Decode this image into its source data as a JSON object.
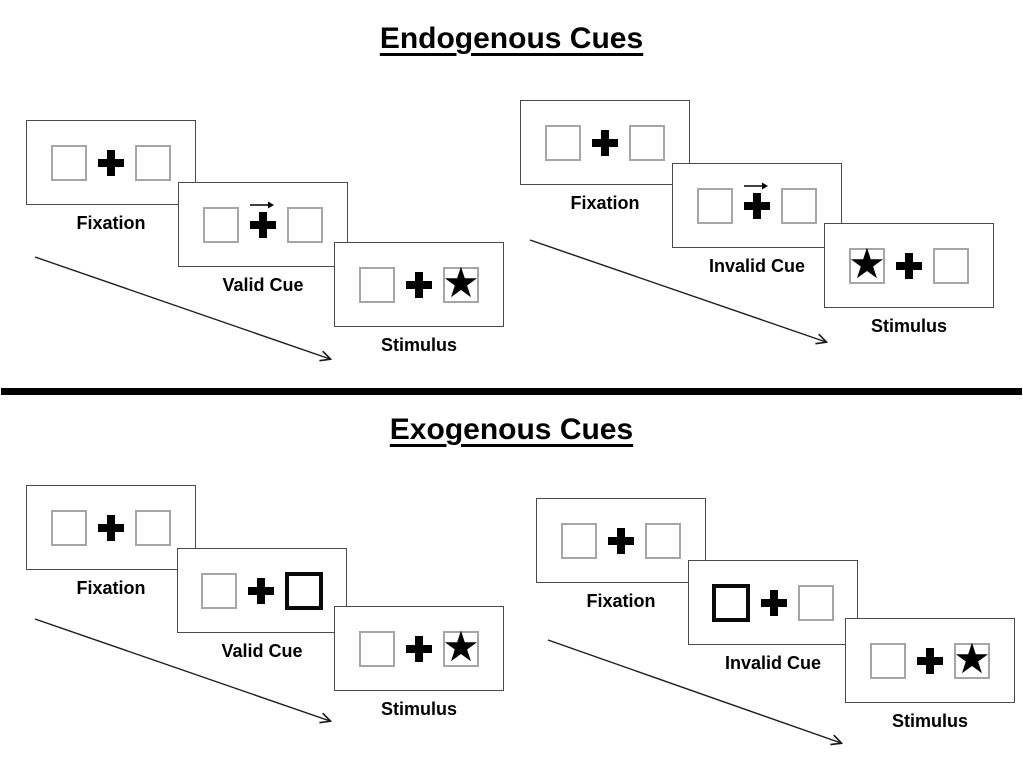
{
  "page": {
    "background": "#ffffff"
  },
  "colors": {
    "ink": "#000000",
    "panel_border": "#4a4a4a",
    "square_border": "#a6a6a6",
    "highlight_border": "#0a0a0a"
  },
  "glyphs": {
    "star": "★"
  },
  "sections": [
    {
      "title": "Endogenous Cues",
      "sequences": [
        {
          "name": "valid",
          "frames": [
            {
              "label": "Fixation",
              "type": "fixation"
            },
            {
              "label": "Valid Cue",
              "type": "cue",
              "cue": "central-arrow-right"
            },
            {
              "label": "Stimulus",
              "type": "stimulus",
              "star_side": "right"
            }
          ]
        },
        {
          "name": "invalid",
          "frames": [
            {
              "label": "Fixation",
              "type": "fixation"
            },
            {
              "label": "Invalid Cue",
              "type": "cue",
              "cue": "central-arrow-right"
            },
            {
              "label": "Stimulus",
              "type": "stimulus",
              "star_side": "left"
            }
          ]
        }
      ]
    },
    {
      "title": "Exogenous Cues",
      "sequences": [
        {
          "name": "valid",
          "frames": [
            {
              "label": "Fixation",
              "type": "fixation"
            },
            {
              "label": "Valid Cue",
              "type": "cue",
              "cue": "peripheral-highlight-right"
            },
            {
              "label": "Stimulus",
              "type": "stimulus",
              "star_side": "right"
            }
          ]
        },
        {
          "name": "invalid",
          "frames": [
            {
              "label": "Fixation",
              "type": "fixation"
            },
            {
              "label": "Invalid Cue",
              "type": "cue",
              "cue": "peripheral-highlight-left"
            },
            {
              "label": "Stimulus",
              "type": "stimulus",
              "star_side": "right"
            }
          ]
        }
      ]
    }
  ]
}
